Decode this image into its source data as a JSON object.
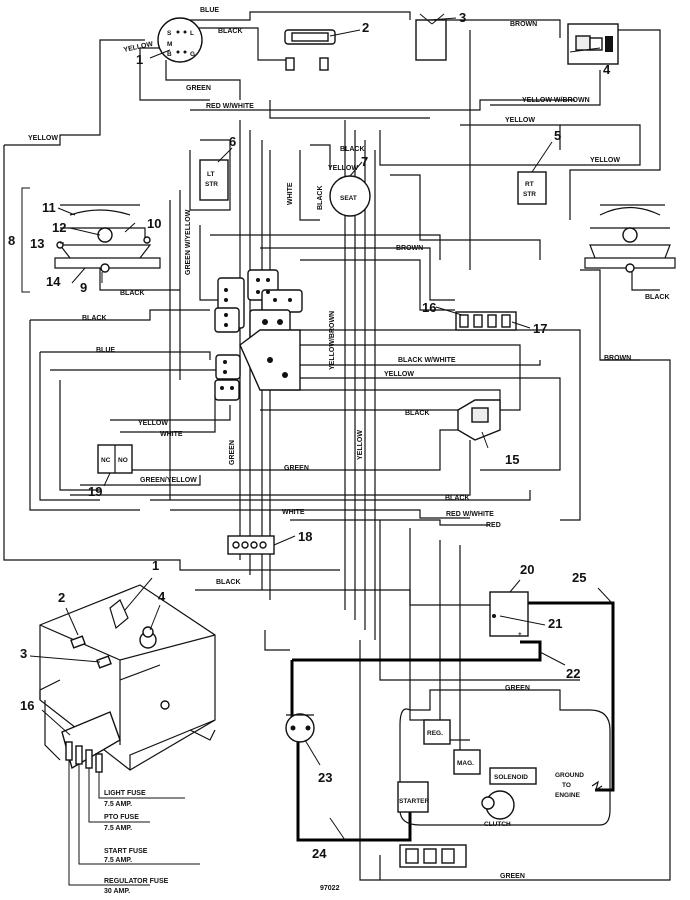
{
  "wire_labels": {
    "blue_top": "BLUE",
    "black_top": "BLACK",
    "yellow_key": "YELLOW",
    "green_top": "GREEN",
    "red_w_white": "RED W/WHITE",
    "brown_top": "BROWN",
    "yellow_w_brown": "YELLOW W/BROWN",
    "yellow_right": "YELLOW",
    "yellow_left": "YELLOW",
    "yellow_rtstr": "YELLOW",
    "black_seat": "BLACK",
    "yellow_seat": "YELLOW",
    "white_vert": "WHITE",
    "black_vert": "BLACK",
    "green_w_yellow": "GREEN W/YELLOW",
    "brown_mid": "BROWN",
    "black_lamp": "BLACK",
    "black_lamp_r": "BLACK",
    "black_left": "BLACK",
    "blue_left": "BLUE",
    "yellow_w_brown_vert": "YELLOW/BROWN",
    "black_w_white": "BLACK W/WHITE",
    "yellow_mid": "YELLOW",
    "black_mid": "BLACK",
    "yellow_low": "YELLOW",
    "white_low": "WHITE",
    "green_vert": "GREEN",
    "yellow_vert": "YELLOW",
    "green_low": "GREEN",
    "green_yellow_low": "GREEN/YELLOW",
    "black_low": "BLACK",
    "red_w_white_low": "RED W/WHITE",
    "red_low": "RED",
    "white_18": "WHITE",
    "brown_right": "BROWN",
    "black_bottom": "BLACK",
    "green_engine": "GREEN",
    "green_bottom": "GREEN"
  },
  "component_labels": {
    "key_s": "S",
    "key_l": "L",
    "key_m": "M",
    "key_b": "B",
    "key_g": "G",
    "lt_str_1": "LT",
    "lt_str_2": "STR",
    "rt_str_1": "RT",
    "rt_str_2": "STR",
    "seat": "SEAT",
    "nc": "NC",
    "no": "NO",
    "reg": "REG.",
    "mag": "MAG.",
    "solenoid": "SOLENOID",
    "starter": "STARTER",
    "clutch": "CLUTCH",
    "ground_1": "GROUND",
    "ground_2": "TO",
    "ground_3": "ENGINE"
  },
  "callouts": [
    "1",
    "2",
    "3",
    "4",
    "5",
    "6",
    "7",
    "8",
    "9",
    "10",
    "11",
    "12",
    "13",
    "14",
    "15",
    "16",
    "17",
    "18",
    "19",
    "20",
    "21",
    "22",
    "23",
    "24",
    "25"
  ],
  "inset_callouts": [
    "1",
    "2",
    "3",
    "4",
    "16"
  ],
  "fuses": [
    {
      "name": "LIGHT FUSE",
      "rating": "7.5 AMP."
    },
    {
      "name": "PTO FUSE",
      "rating": "7.5 AMP."
    },
    {
      "name": "START FUSE",
      "rating": "7.5 AMP."
    },
    {
      "name": "REGULATOR FUSE",
      "rating": "30 AMP."
    }
  ],
  "figure_number": "97022"
}
